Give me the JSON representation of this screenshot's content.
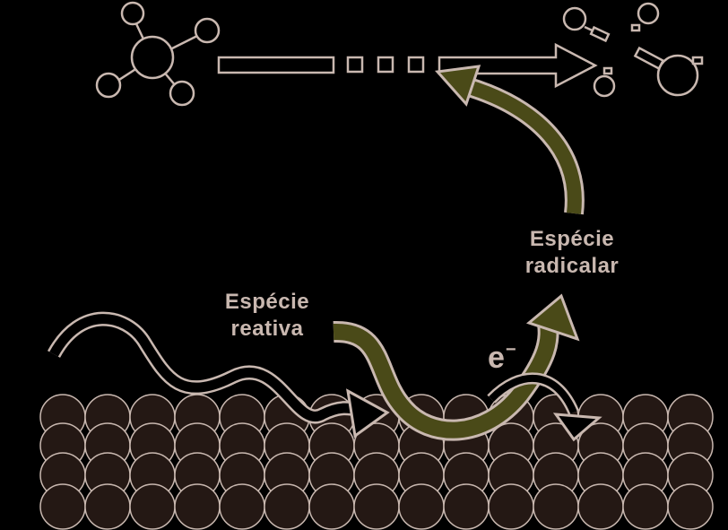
{
  "labels": {
    "reactive_line1": "Espécie",
    "reactive_line2": "reativa",
    "radical_line1": "Espécie",
    "radical_line2": "radicalar",
    "electron": "e",
    "electron_charge": "−"
  },
  "colors": {
    "background": "#000000",
    "outline": "#c9b8b0",
    "green_arrow": "#4a4a18",
    "surface_atom": "#241814"
  },
  "icons": [
    "molecule-icon",
    "fragment-icon",
    "arrow-icon"
  ]
}
